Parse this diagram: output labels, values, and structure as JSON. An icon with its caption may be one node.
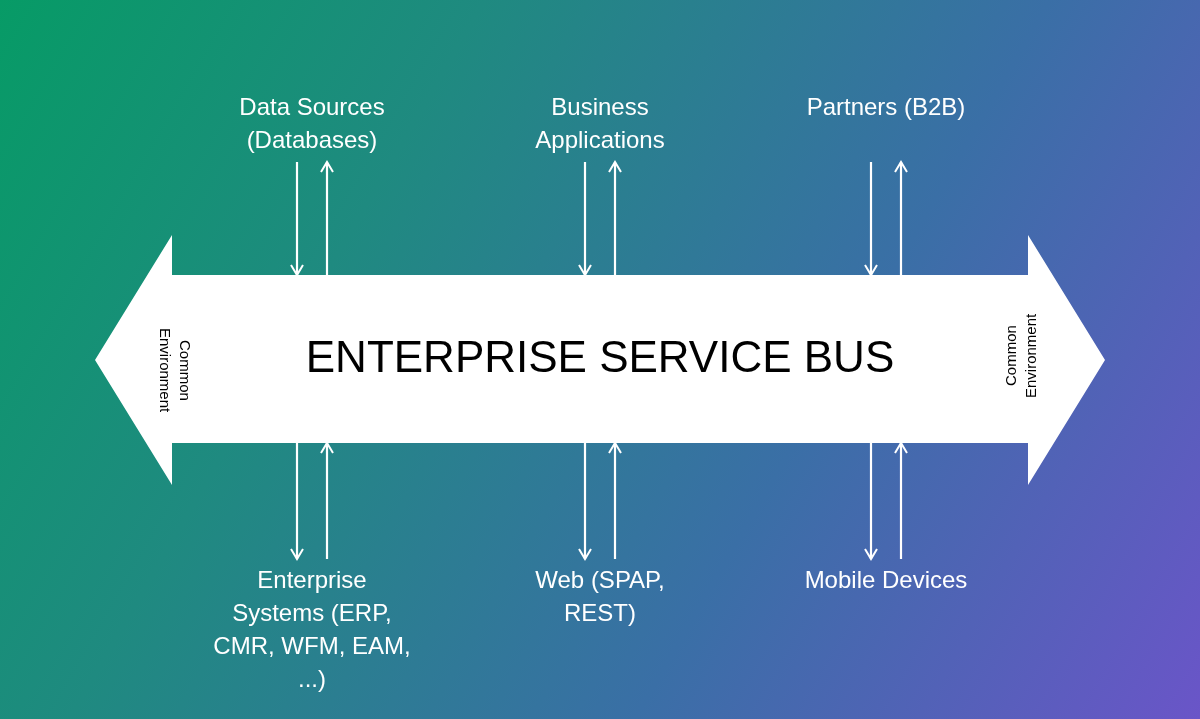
{
  "diagram": {
    "nodes": [
      {
        "text": [
          "ENTERPRISE SERVICE BUS",
          "Common Environment",
          "Common Environment"
        ]
      },
      {
        "text": [
          "Data Sources (Databases)"
        ]
      },
      {
        "text": [
          "Business Applications"
        ]
      },
      {
        "text": [
          "Partners (B2B)"
        ]
      },
      {
        "text": [
          "Enterprise Systems (ERP, CMR, WFM, EAM, ...)"
        ]
      },
      {
        "text": [
          "Web (SPAP, REST)"
        ]
      },
      {
        "text": [
          "Mobile Devices"
        ]
      }
    ],
    "edges": [
      {
        "from": 1,
        "to": 0,
        "arrow": "to"
      },
      {
        "from": 0,
        "to": 1,
        "arrow": "to"
      },
      {
        "from": 2,
        "to": 0,
        "arrow": "to"
      },
      {
        "from": 0,
        "to": 2,
        "arrow": "to"
      },
      {
        "from": 3,
        "to": 0,
        "arrow": "to"
      },
      {
        "from": 0,
        "to": 3,
        "arrow": "to"
      },
      {
        "from": 0,
        "to": 4,
        "arrow": "to"
      },
      {
        "from": 4,
        "to": 0,
        "arrow": "to"
      },
      {
        "from": 0,
        "to": 5,
        "arrow": "to"
      },
      {
        "from": 5,
        "to": 0,
        "arrow": "to"
      },
      {
        "from": 0,
        "to": 6,
        "arrow": "to"
      },
      {
        "from": 6,
        "to": 0,
        "arrow": "to"
      }
    ]
  }
}
